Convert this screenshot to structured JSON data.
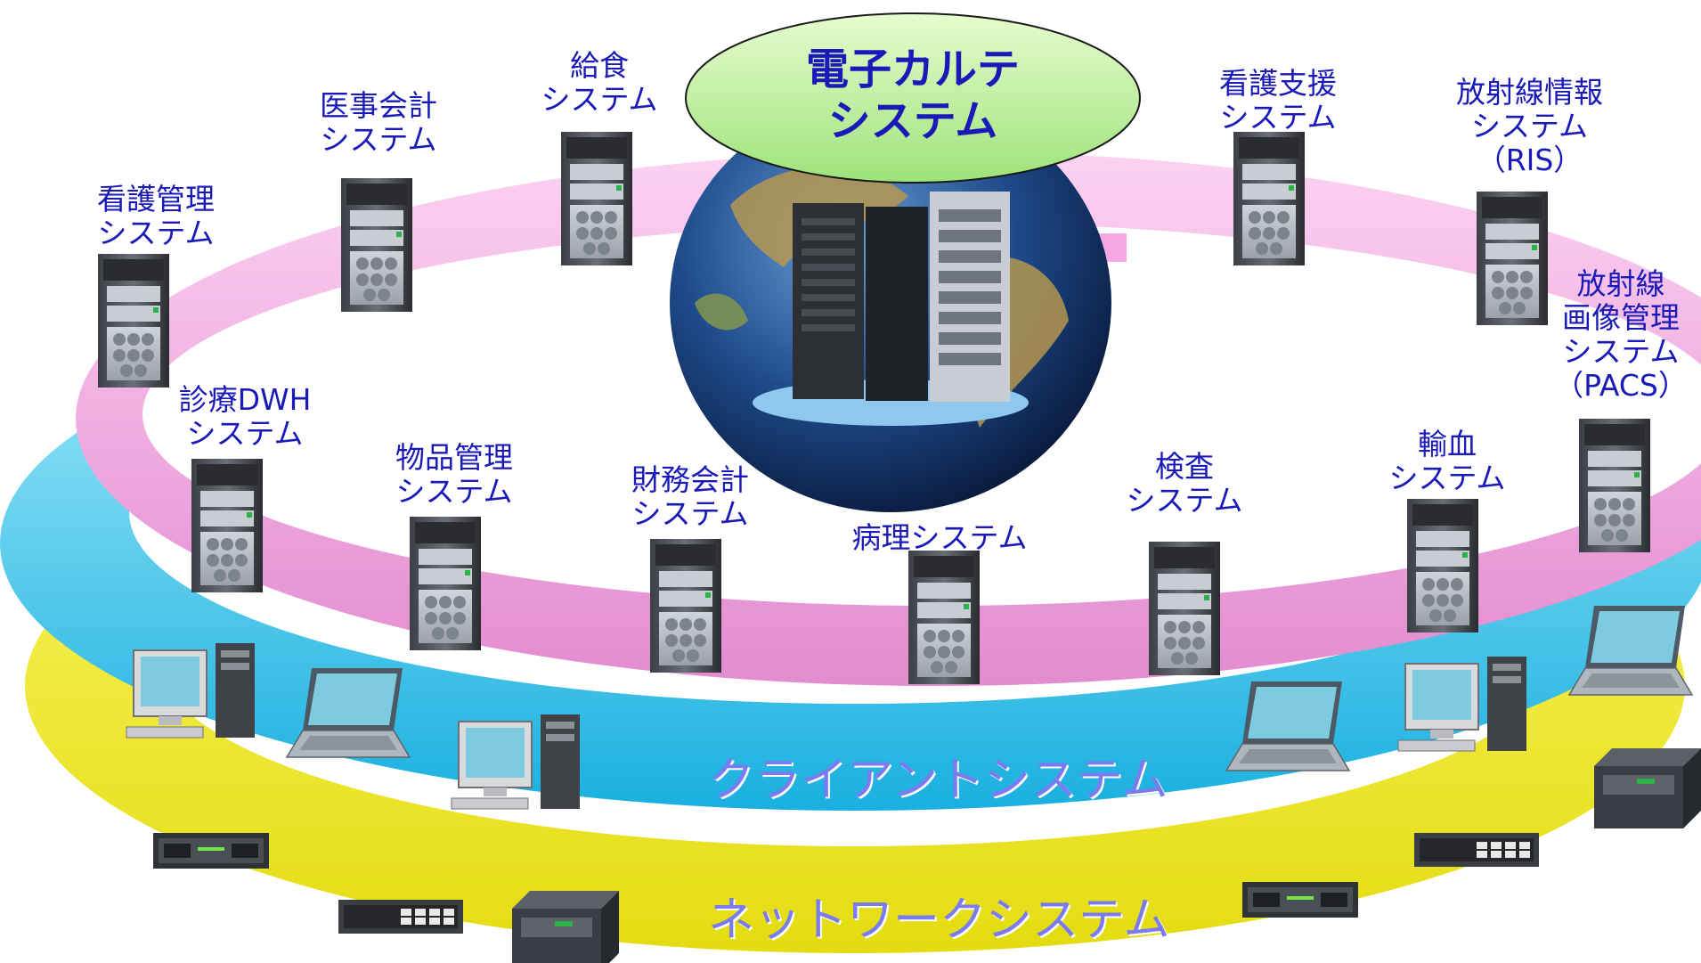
{
  "central": {
    "line1": "電子カルテ",
    "line2": "システム"
  },
  "rings": {
    "client": "クライアントシステム",
    "network": "ネットワークシステム"
  },
  "systems": {
    "kyushoku": [
      "給食",
      "システム"
    ],
    "iji_kaikei": [
      "医事会計",
      "システム"
    ],
    "kango_kanri": [
      "看護管理",
      "システム"
    ],
    "kango_shien": [
      "看護支援",
      "システム"
    ],
    "ris": [
      "放射線情報",
      "システム",
      "（RIS）"
    ],
    "pacs": [
      "放射線",
      "画像管理",
      "システム",
      "（PACS）"
    ],
    "dwh": [
      "診療DWH",
      "システム"
    ],
    "buppin": [
      "物品管理",
      "システム"
    ],
    "zaimu": [
      "財務会計",
      "システム"
    ],
    "byouri": [
      "病理システム"
    ],
    "kensa": [
      "検査",
      "システム"
    ],
    "yuketsu": [
      "輸血",
      "システム"
    ]
  },
  "colors": {
    "pink_ring": "#f7a8e3",
    "cyan_ring": "#4fd0f2",
    "yellow_ring": "#f2ef2a",
    "central_ellipse": "#b8f09a",
    "label_text": "#1a1ab8",
    "ring_text": "#7b7bf0"
  },
  "icons": {
    "server": "tower-server-icon",
    "rack": "rack-server-icon",
    "globe": "globe-icon",
    "desktop": "desktop-pc-icon",
    "laptop": "laptop-icon",
    "network": "network-switch-icon"
  }
}
